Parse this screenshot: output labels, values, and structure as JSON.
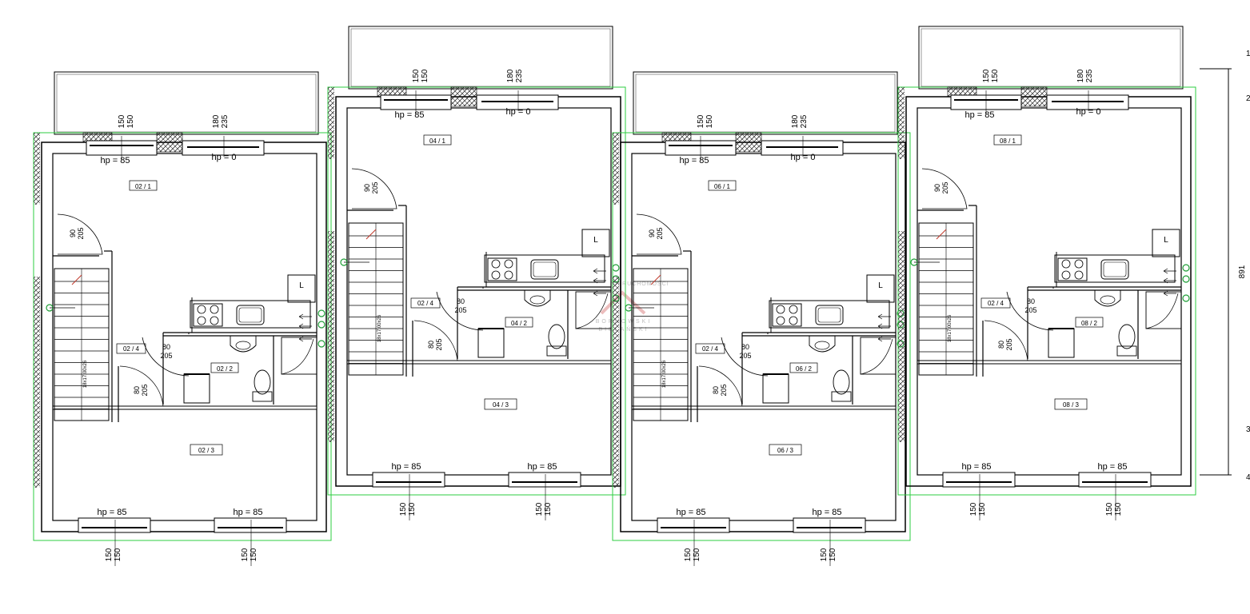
{
  "dimension_total": "891",
  "edge_marks": [
    "1",
    "2",
    "3",
    "4"
  ],
  "watermark": {
    "top": "NIERUCHOMOŚCI",
    "mid": "BORNOWSKI",
    "bottom": "BIEŁAŃSKI"
  },
  "stair_label": "18x17,00x26",
  "units": [
    {
      "id": "unit-1",
      "rooms": [
        "02 / 1",
        "02 / 2",
        "02 / 3",
        "02 / 4"
      ],
      "window_top_left": [
        "150",
        "150",
        "hp = 85"
      ],
      "window_top_right": [
        "180",
        "235",
        "hp = 0"
      ],
      "window_bottom_left": [
        "hp = 85",
        "150",
        "150"
      ],
      "window_bottom_right": [
        "hp = 85",
        "150",
        "150"
      ],
      "door_entry": [
        "90",
        "205"
      ],
      "door_bath": [
        "80",
        "205"
      ],
      "door_hall": [
        "80",
        "205"
      ]
    },
    {
      "id": "unit-2",
      "rooms": [
        "04 / 1",
        "04 / 2",
        "04 / 3",
        "02 / 4"
      ],
      "window_top_left": [
        "150",
        "150",
        "hp = 85"
      ],
      "window_top_right": [
        "180",
        "235",
        "hp = 0"
      ],
      "window_bottom_left": [
        "hp = 85",
        "150",
        "150"
      ],
      "window_bottom_right": [
        "hp = 85",
        "150",
        "150"
      ],
      "door_entry": [
        "90",
        "205"
      ],
      "door_bath": [
        "80",
        "205"
      ],
      "door_hall": [
        "80",
        "205"
      ]
    },
    {
      "id": "unit-3",
      "rooms": [
        "06 / 1",
        "06 / 2",
        "06 / 3",
        "02 / 4"
      ],
      "window_top_left": [
        "150",
        "150",
        "hp = 85"
      ],
      "window_top_right": [
        "180",
        "235",
        "hp = 0"
      ],
      "window_bottom_left": [
        "hp = 85",
        "150",
        "150"
      ],
      "window_bottom_right": [
        "hp = 85",
        "150",
        "150"
      ],
      "door_entry": [
        "90",
        "205"
      ],
      "door_bath": [
        "80",
        "205"
      ],
      "door_hall": [
        "80",
        "205"
      ]
    },
    {
      "id": "unit-4",
      "rooms": [
        "08 / 1",
        "08 / 2",
        "08 / 3",
        "02 / 4"
      ],
      "window_top_left": [
        "150",
        "150",
        "hp = 85"
      ],
      "window_top_right": [
        "180",
        "235",
        "hp = 0"
      ],
      "window_bottom_left": [
        "hp = 85",
        "150",
        "150"
      ],
      "window_bottom_right": [
        "hp = 85",
        "150",
        "150"
      ],
      "door_entry": [
        "90",
        "205"
      ],
      "door_bath": [
        "80",
        "205"
      ],
      "door_hall": [
        "80",
        "205"
      ]
    }
  ],
  "appliance_label": "L"
}
